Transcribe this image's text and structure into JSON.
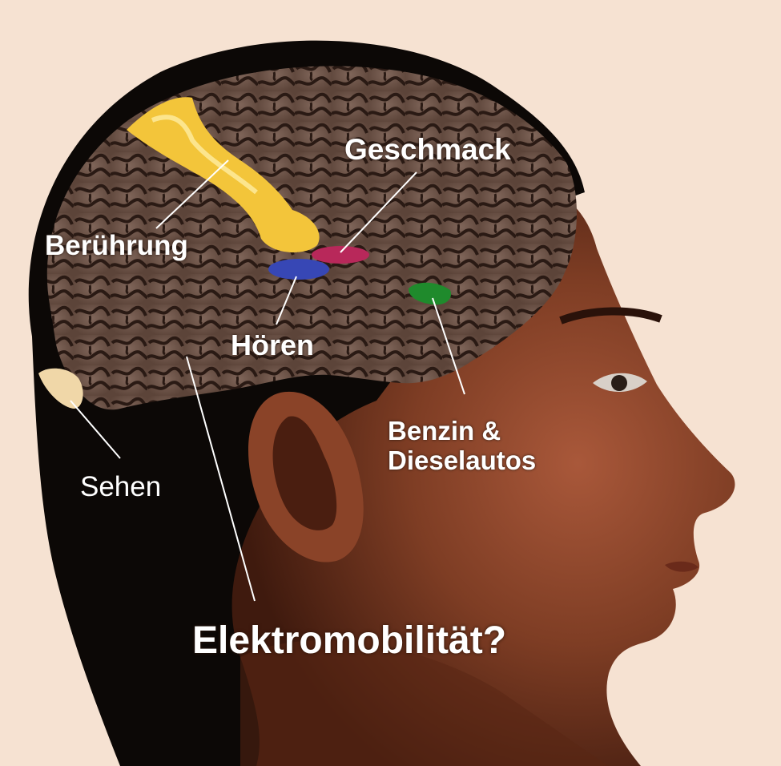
{
  "labels": {
    "geschmack": "Geschmack",
    "beruehrung": "Berührung",
    "hoeren": "Hören",
    "benzin_line1": "Benzin &",
    "benzin_line2": "Dieselautos",
    "sehen": "Sehen",
    "elektromobilitaet": "Elektromobilität?"
  },
  "regions": [
    {
      "name": "Berührung",
      "color": "#f3c53a"
    },
    {
      "name": "Geschmack",
      "color": "#b8285a"
    },
    {
      "name": "Hören",
      "color": "#3747b5"
    },
    {
      "name": "Benzin & Dieselautos",
      "color": "#1f8a2c"
    },
    {
      "name": "Sehen",
      "color": "#f0d7a8"
    }
  ],
  "colors": {
    "background": "#f6e2d2",
    "hair": "#0c0806",
    "skin": "#7a3a22",
    "brain": "#6e5446",
    "label_text": "#ffffff"
  }
}
